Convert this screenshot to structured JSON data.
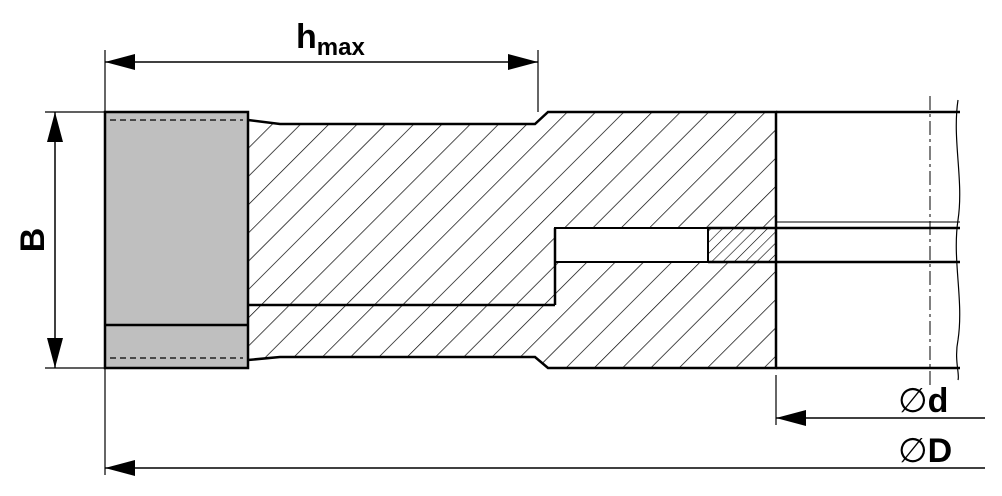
{
  "labels": {
    "h_main": "h",
    "h_sub": "max",
    "B": "B",
    "d_symbol": "∅",
    "d_letter": "d",
    "D_symbol": "∅",
    "D_letter": "D"
  },
  "colors": {
    "line": "#000000",
    "tip_fill": "#bfbfbf",
    "background": "#ffffff"
  }
}
